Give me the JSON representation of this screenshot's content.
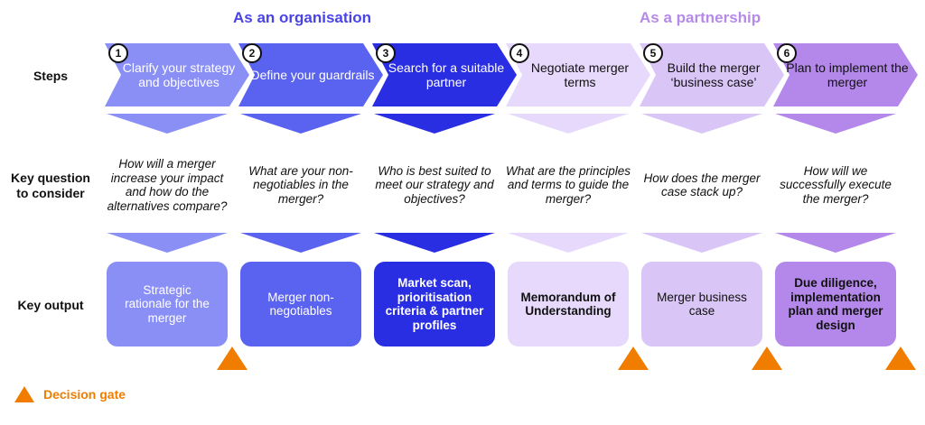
{
  "headings": {
    "organisation": "As an organisation",
    "partnership": "As a partnership"
  },
  "row_labels": {
    "steps": "Steps",
    "key_question_line1": "Key question",
    "key_question_line2": "to consider",
    "key_output": "Key output"
  },
  "colors": {
    "organisation_heading": "#4a43e8",
    "partnership_heading": "#b58ae8",
    "gate": "#f07d00",
    "step_colors": [
      "#8a8ff5",
      "#5a62f0",
      "#2a2ee2",
      "#e6d9fb",
      "#d9c5f6",
      "#b487ea"
    ],
    "text_light": "#ffffff",
    "text_dark": "#111111"
  },
  "steps": [
    {
      "number": "1",
      "title": "Clarify your strategy and objectives",
      "question": "How will a merger increase your impact and how do the alternatives compare?",
      "output": "Strategic rationale for the merger"
    },
    {
      "number": "2",
      "title": "Define your guardrails",
      "question": "What are your non-negotiables in the merger?",
      "output": "Merger non-negotiables"
    },
    {
      "number": "3",
      "title": "Search for a suitable partner",
      "question": "Who is best suited to meet our strategy and objectives?",
      "output": "Market scan, prioritisation criteria & partner profiles"
    },
    {
      "number": "4",
      "title": "Negotiate merger terms",
      "question": "What are the principles and terms to guide the merger?",
      "output": "Memorandum of Understanding"
    },
    {
      "number": "5",
      "title": "Build the merger ‘business case’",
      "question": "How does the merger case stack up?",
      "output": "Merger business case"
    },
    {
      "number": "6",
      "title": "Plan to implement the merger",
      "question": "How will we successfully execute the merger?",
      "output": "Due diligence, implementation plan and merger design"
    }
  ],
  "legend": {
    "icon": "triangle-icon",
    "label": "Decision gate"
  }
}
